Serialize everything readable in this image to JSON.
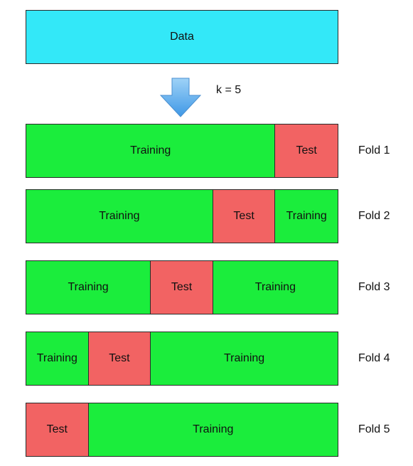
{
  "data_label": "Data",
  "k_label": "k = 5",
  "colors": {
    "data": "#33e8f8",
    "training": "#1bed3c",
    "test": "#f26363"
  },
  "folds": [
    {
      "label": "Fold 1",
      "segments": [
        {
          "type": "training",
          "label": "Training",
          "share": 0.8
        },
        {
          "type": "test",
          "label": "Test",
          "share": 0.2
        }
      ]
    },
    {
      "label": "Fold 2",
      "segments": [
        {
          "type": "training",
          "label": "Training",
          "share": 0.6
        },
        {
          "type": "test",
          "label": "Test",
          "share": 0.2
        },
        {
          "type": "training",
          "label": "Training",
          "share": 0.2
        }
      ]
    },
    {
      "label": "Fold 3",
      "segments": [
        {
          "type": "training",
          "label": "Training",
          "share": 0.4
        },
        {
          "type": "test",
          "label": "Test",
          "share": 0.2
        },
        {
          "type": "training",
          "label": "Training",
          "share": 0.4
        }
      ]
    },
    {
      "label": "Fold 4",
      "segments": [
        {
          "type": "training",
          "label": "Training",
          "share": 0.2
        },
        {
          "type": "test",
          "label": "Test",
          "share": 0.2
        },
        {
          "type": "training",
          "label": "Training",
          "share": 0.6
        }
      ]
    },
    {
      "label": "Fold 5",
      "segments": [
        {
          "type": "test",
          "label": "Test",
          "share": 0.2
        },
        {
          "type": "training",
          "label": "Training",
          "share": 0.8
        }
      ]
    }
  ]
}
